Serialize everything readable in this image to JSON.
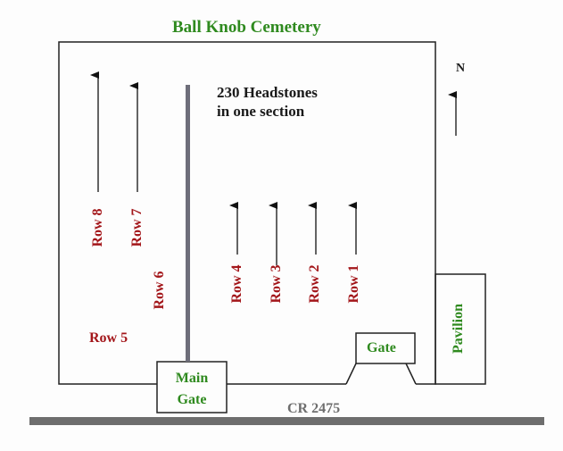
{
  "title": "Ball Knob Cemetery",
  "note": {
    "line1": "230 Headstones",
    "line2": "in one section"
  },
  "north": "N",
  "rows": {
    "row1": "Row 1",
    "row2": "Row 2",
    "row3": "Row 3",
    "row4": "Row 4",
    "row5": "Row 5",
    "row6": "Row 6",
    "row7": "Row 7",
    "row8": "Row 8"
  },
  "gate": "Gate",
  "main_gate": {
    "line1": "Main",
    "line2": "Gate"
  },
  "pavilion": "Pavilion",
  "road": "CR 2475",
  "colors": {
    "label_green": "#2f8a1f",
    "row_red": "#a3161a",
    "road_grey": "#6e6e6e"
  }
}
